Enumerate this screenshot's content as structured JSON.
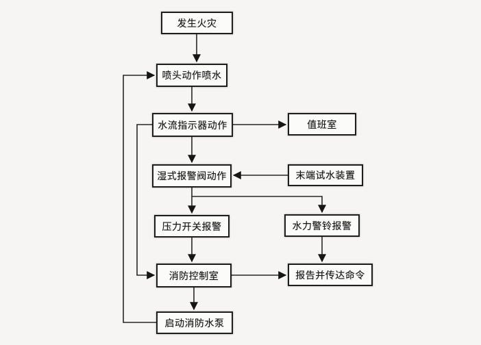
{
  "diagram": {
    "type": "flowchart",
    "subject": "wet-pipe-sprinkler-system-operation-sequence",
    "background_color": "#f6f5f3",
    "box_fill_color": "#fbfbfa",
    "box_border_color": "#1e1e1e",
    "line_color": "#262626",
    "nodes": {
      "fire": {
        "label": "发生火灾"
      },
      "sprinkler": {
        "label": "喷头动作喷水"
      },
      "flow_indicator": {
        "label": "水流指示器动作"
      },
      "duty_room": {
        "label": "值班室"
      },
      "wet_valve": {
        "label": "湿式报警阀动作"
      },
      "end_test": {
        "label": "末端试水装置"
      },
      "pressure_switch": {
        "label": "压力开关报警"
      },
      "hydraulic_bell": {
        "label": "水力警铃报警"
      },
      "control_room": {
        "label": "消防控制室"
      },
      "report": {
        "label": "报告并传达命令"
      },
      "start_pump": {
        "label": "启动消防水泵"
      }
    },
    "connections": [
      {
        "from": "fire",
        "to": "sprinkler",
        "style": "down-arrow"
      },
      {
        "from": "sprinkler",
        "to": "flow_indicator",
        "style": "down-arrow"
      },
      {
        "from": "flow_indicator",
        "to": "duty_room",
        "style": "right-arrow"
      },
      {
        "from": "flow_indicator",
        "to": "wet_valve",
        "style": "down-arrow"
      },
      {
        "from": "end_test",
        "to": "wet_valve",
        "style": "left-arrow"
      },
      {
        "from": "wet_valve",
        "to": "pressure_switch",
        "style": "down-arrow"
      },
      {
        "from": "wet_valve",
        "to": "hydraulic_bell",
        "style": "branch-right-then-down-arrow"
      },
      {
        "from": "pressure_switch",
        "to": "control_room",
        "style": "down-arrow"
      },
      {
        "from": "hydraulic_bell",
        "to": "report",
        "style": "down-arrow"
      },
      {
        "from": "control_room",
        "to": "report",
        "style": "right-arrow"
      },
      {
        "from": "control_room",
        "to": "start_pump",
        "style": "down-arrow"
      },
      {
        "from": "start_pump",
        "to": "sprinkler",
        "style": "feedback-left-up-arrow"
      },
      {
        "from": "flow_indicator",
        "to": "control_room",
        "style": "feedback-left-down-arrow"
      }
    ]
  }
}
